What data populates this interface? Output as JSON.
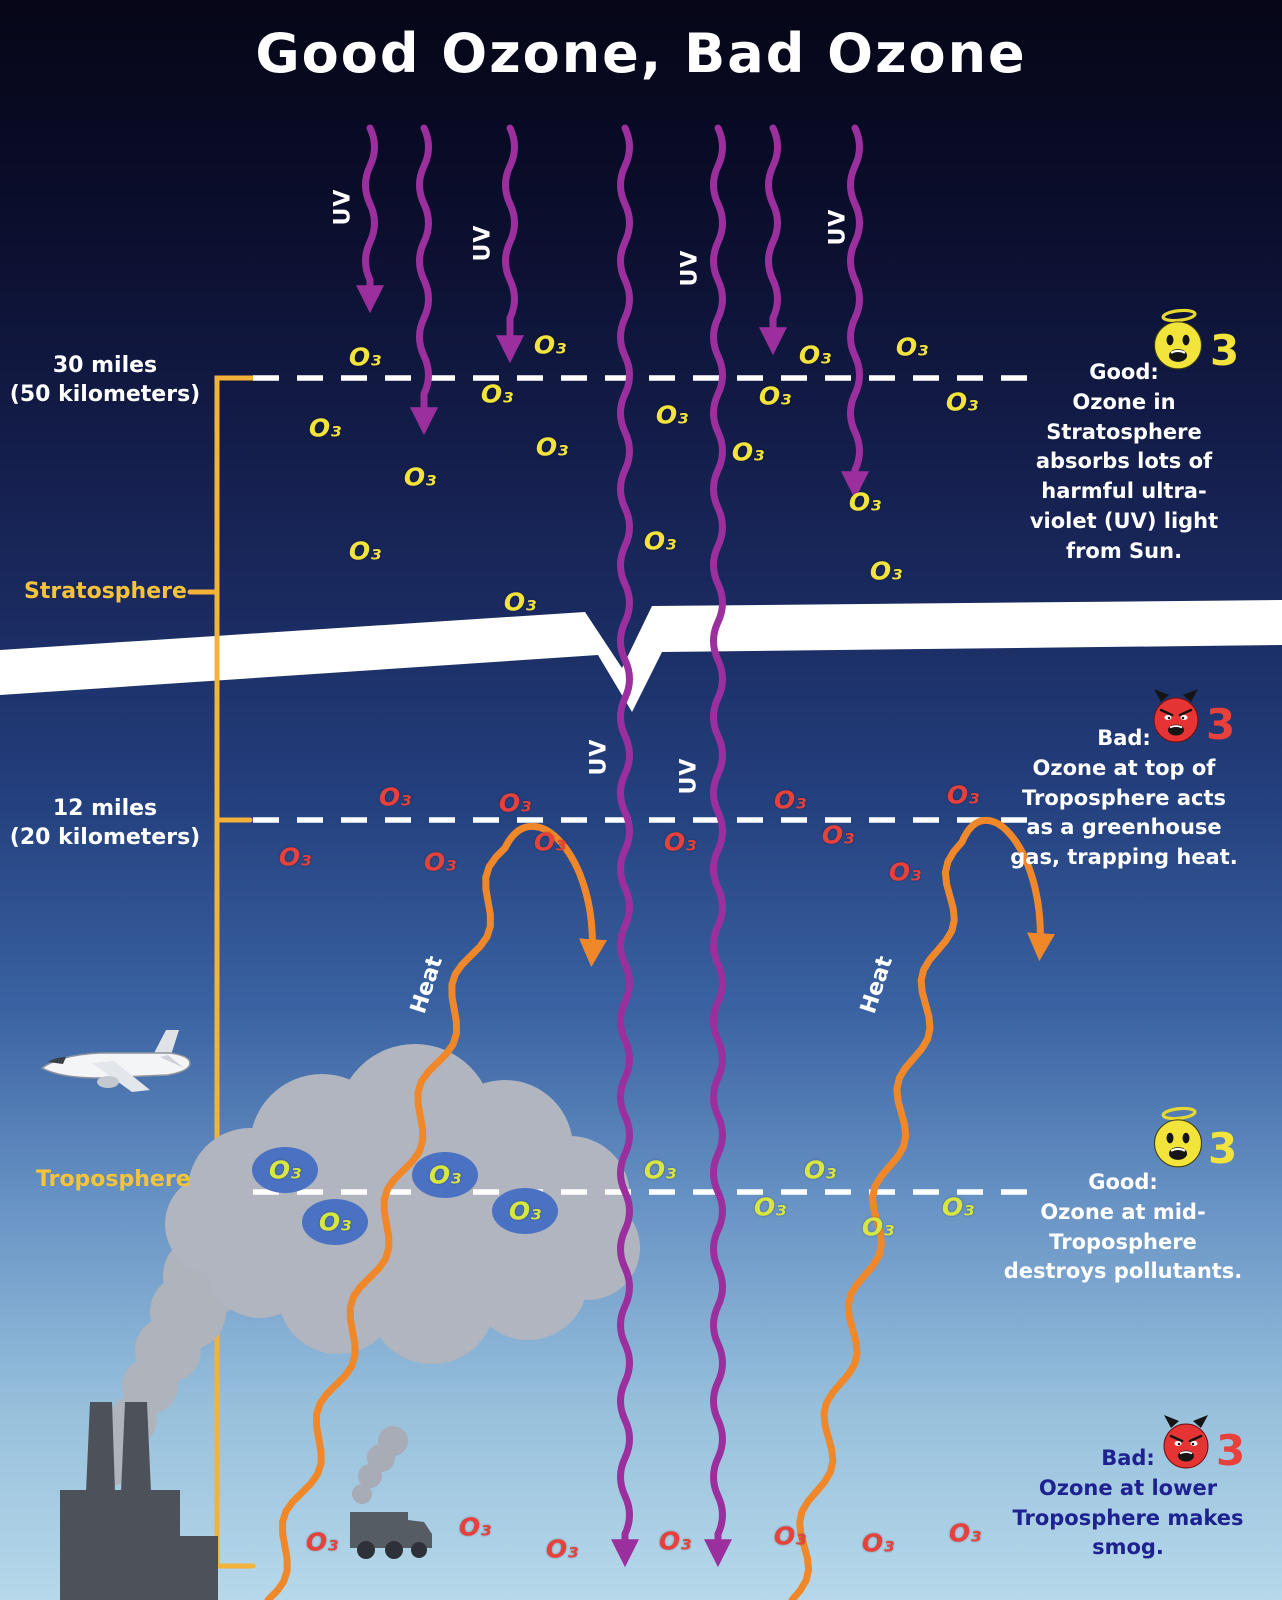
{
  "title": "Good Ozone, Bad Ozone",
  "labels": {
    "o3": "O₃",
    "uv": "UV",
    "heat": "Heat",
    "three": "3"
  },
  "altitude_markers": {
    "upper": {
      "line1": "30 miles",
      "line2": "(50 kilometers)"
    },
    "lower": {
      "line1": "12 miles",
      "line2": "(20 kilometers)"
    }
  },
  "layers": {
    "stratosphere": "Stratosphere",
    "troposphere": "Troposphere"
  },
  "notes": [
    {
      "kind": "good",
      "heading": "Good:",
      "body": "Ozone in Stratosphere absorbs lots of harmful ultra-violet (UV) light from Sun."
    },
    {
      "kind": "bad",
      "heading": "Bad:",
      "body": "Ozone at top of Troposphere acts as a greenhouse gas, trapping heat."
    },
    {
      "kind": "good",
      "heading": "Good:",
      "body": "Ozone at mid-Troposphere destroys pollutants."
    },
    {
      "kind": "bad",
      "heading": "Bad:",
      "body": "Ozone at lower Troposphere makes smog."
    }
  ],
  "colors": {
    "uv_ray": "#9c2f9e",
    "heat_arrow": "#f0882a",
    "o3_stratosphere": "#f2e43c",
    "o3_bad": "#e8403a",
    "o3_mid": "#d8e640",
    "dashed_line": "#ffffff",
    "altitude_bracket": "#f5b23a",
    "layer_label": "#f6c33a",
    "note_text": "#ffffff",
    "note_dark_text": "#1e2290",
    "good_face": "#f2e43a",
    "bad_face": "#e63434"
  }
}
